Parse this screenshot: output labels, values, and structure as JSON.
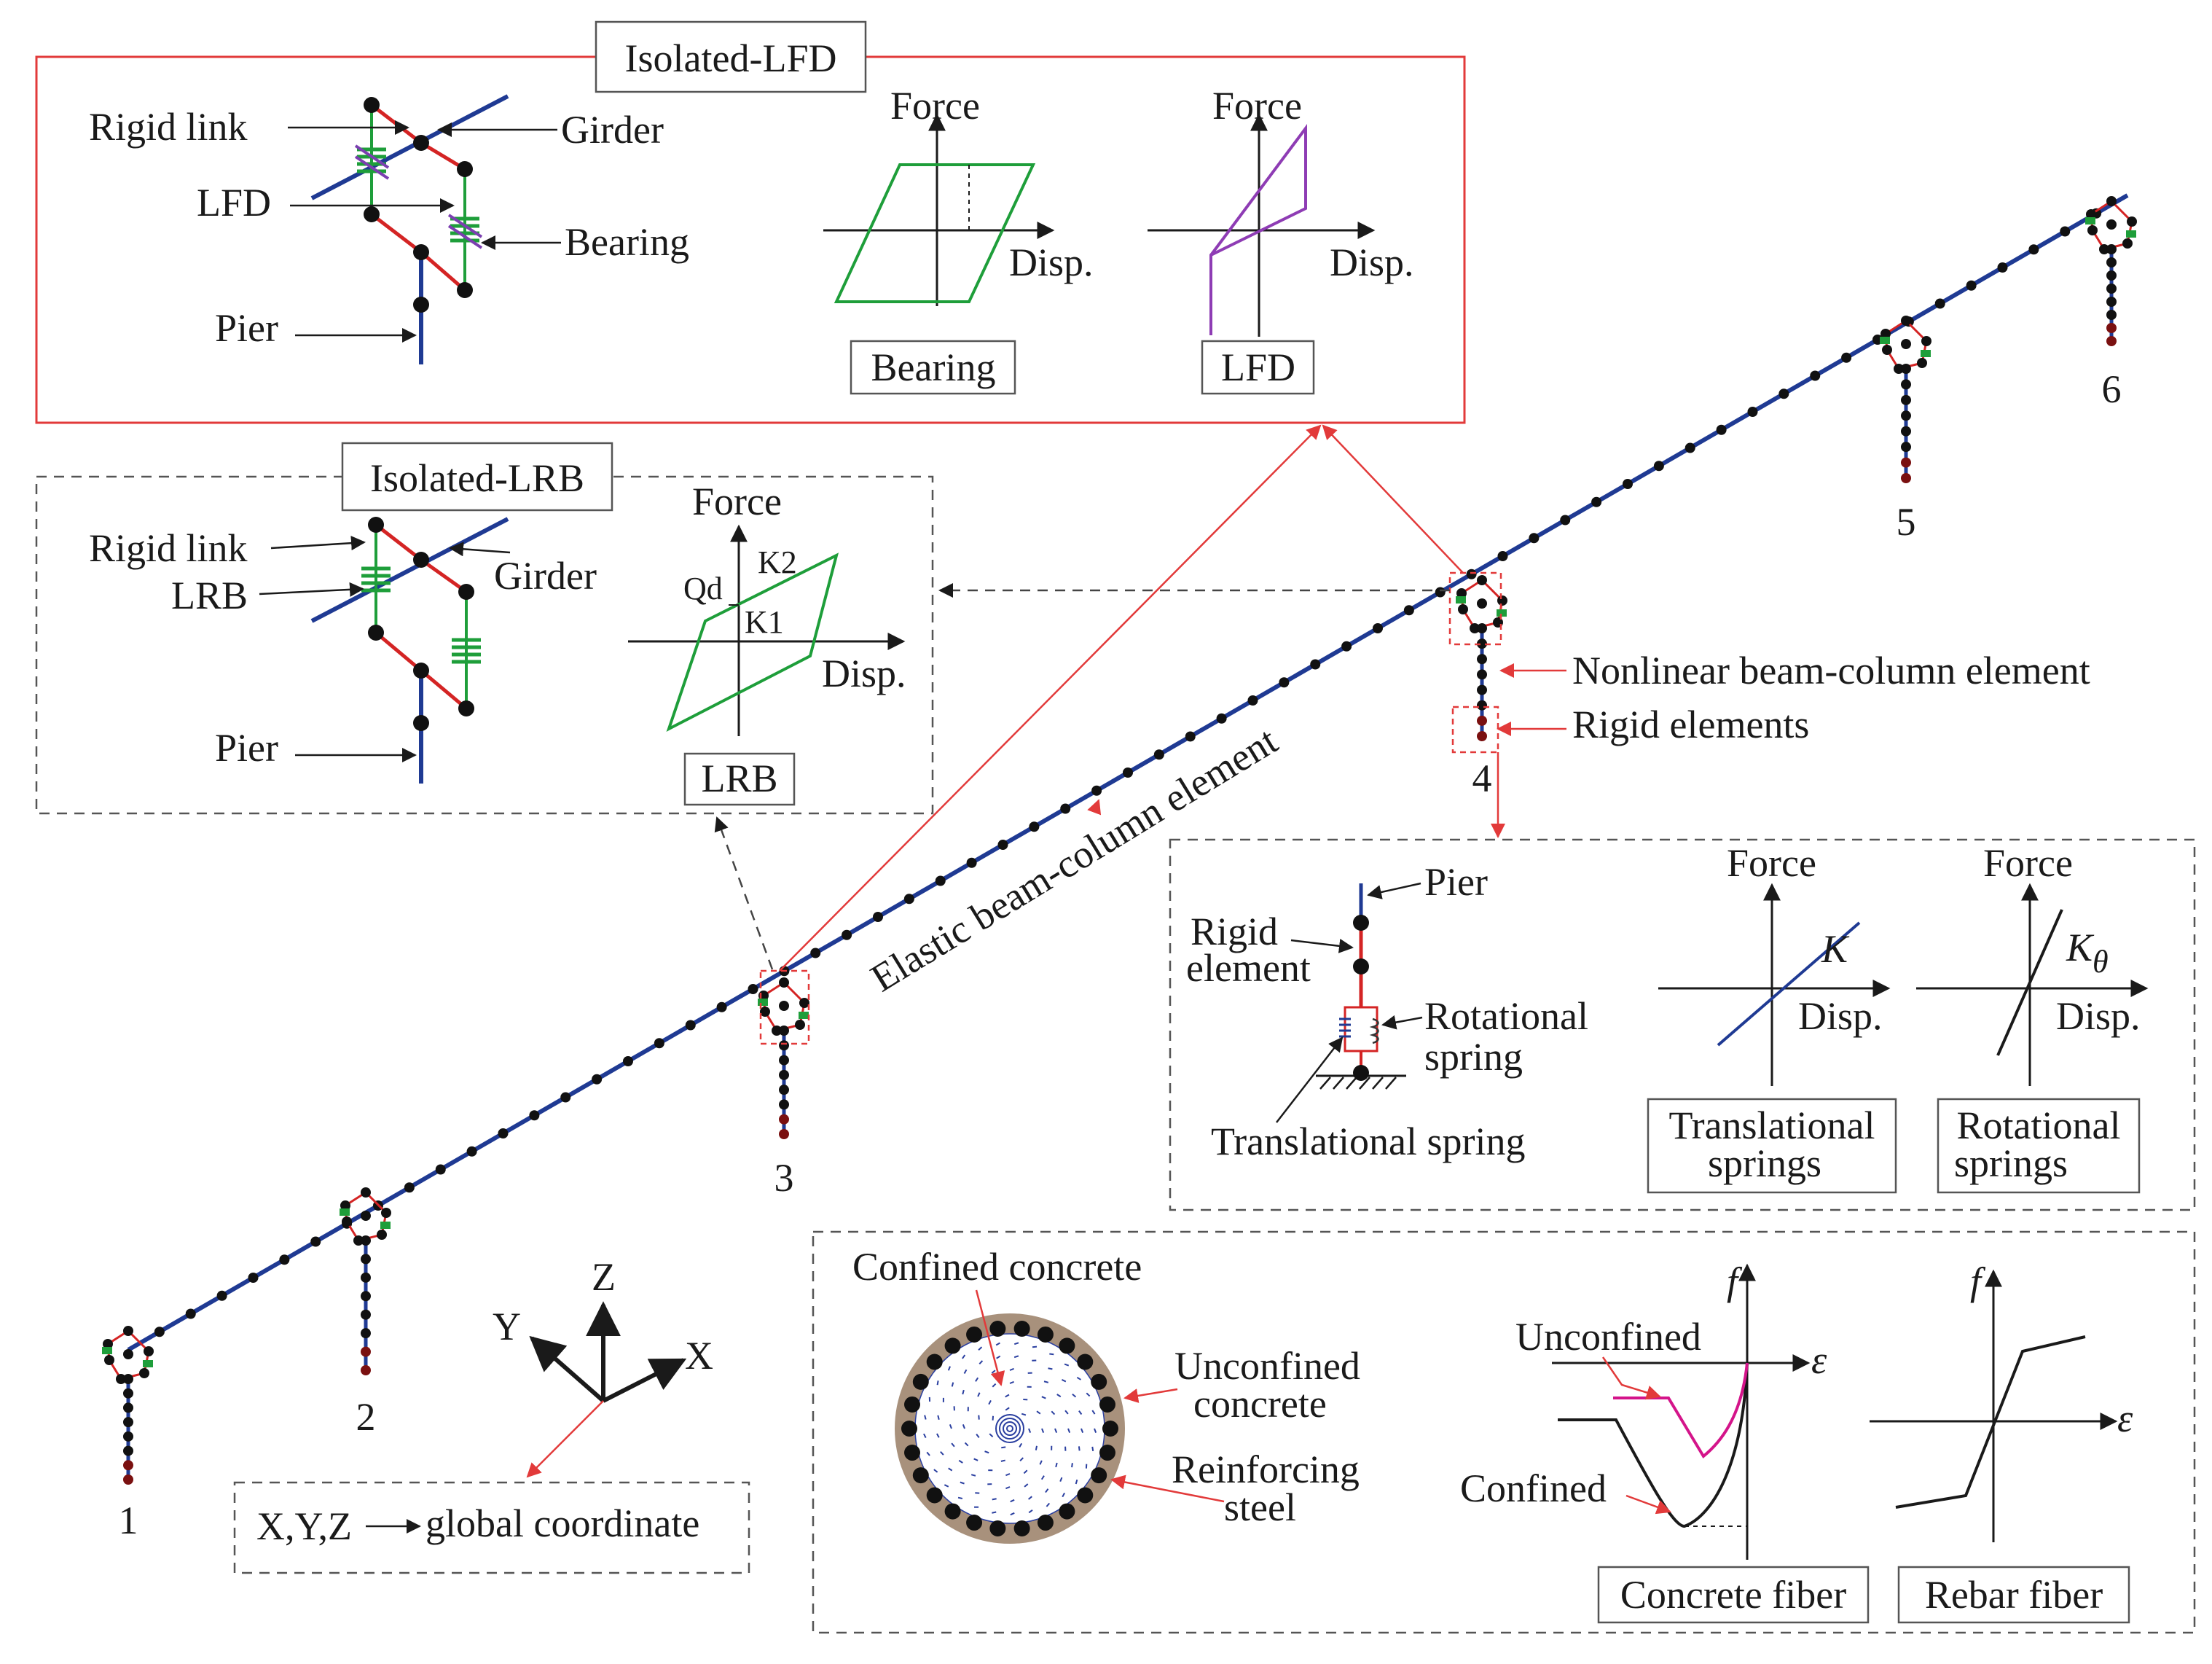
{
  "lfd_panel": {
    "title": "Isolated-LFD",
    "rigid_link": "Rigid link",
    "girder": "Girder",
    "lfd": "LFD",
    "bearing": "Bearing",
    "pier": "Pier",
    "force1": "Force",
    "disp1": "Disp.",
    "caption1": "Bearing",
    "force2": "Force",
    "disp2": "Disp.",
    "caption2": "LFD"
  },
  "lrb_panel": {
    "title": "Isolated-LRB",
    "rigid_link": "Rigid link",
    "lrb": "LRB",
    "girder": "Girder",
    "pier": "Pier",
    "force": "Force",
    "qd": "Qd",
    "k2": "K2",
    "k1": "K1",
    "disp": "Disp.",
    "caption": "LRB"
  },
  "model": {
    "pier_labels": [
      "1",
      "2",
      "3",
      "4",
      "5",
      "6"
    ],
    "elastic_element": "Elastic beam-column element",
    "nonlinear_element": "Nonlinear beam-column element",
    "rigid_elements": "Rigid elements"
  },
  "spring_panel": {
    "pier": "Pier",
    "rigid_element": [
      "Rigid",
      "element"
    ],
    "rotational_spring": [
      "Rotational",
      "spring"
    ],
    "translational_spring": "Translational spring",
    "force1": "Force",
    "k": "K",
    "disp1": "Disp.",
    "caption1": [
      "Translational",
      "springs"
    ],
    "force2": "Force",
    "k_theta": "K",
    "k_theta_sub": "θ",
    "disp2": "Disp.",
    "caption2": [
      "Rotational",
      "springs"
    ]
  },
  "fiber_panel": {
    "confined_concrete": "Confined concrete",
    "unconfined_concrete": [
      "Unconfined",
      "concrete"
    ],
    "reinforcing_steel": [
      "Reinforcing",
      "steel"
    ],
    "f1": "f",
    "eps1": "ε",
    "unconfined": "Unconfined",
    "confined": "Confined",
    "caption1": "Concrete fiber",
    "f2": "f",
    "eps2": "ε",
    "caption2": "Rebar fiber"
  },
  "axes": {
    "x": "X",
    "y": "Y",
    "z": "Z",
    "coord_label_prefix": "X,Y,Z",
    "coord_label_suffix": "global coordinate"
  },
  "colors": {
    "deck": "#1f3a93",
    "pier": "#1f3a93",
    "link": "#d42424",
    "spring": "#1e9e3a",
    "lfd_device": "#7b3fb0",
    "highlight_box": "#e23a3a",
    "bearing_loop": "#1e9e3a",
    "lfd_curve": "#8e3cb4",
    "unconfined_curve": "#d4148a",
    "cover": "#a8917c",
    "core_dots": "#2a3fa0"
  }
}
